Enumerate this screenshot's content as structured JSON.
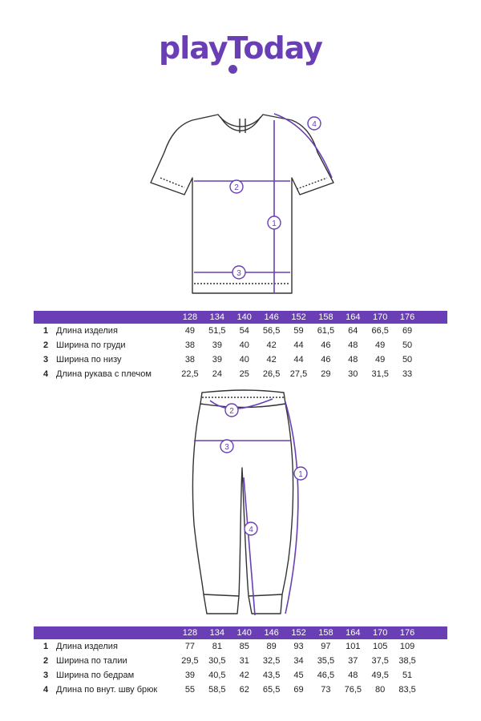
{
  "brand": {
    "logo_text": "playToday",
    "accent": "#6a3fb5"
  },
  "shirt_table": {
    "sizes": [
      "128",
      "134",
      "140",
      "146",
      "152",
      "158",
      "164",
      "170",
      "176"
    ],
    "rows": [
      {
        "num": "1",
        "label": "Длина изделия",
        "values": [
          "49",
          "51,5",
          "54",
          "56,5",
          "59",
          "61,5",
          "64",
          "66,5",
          "69"
        ]
      },
      {
        "num": "2",
        "label": "Ширина по груди",
        "values": [
          "38",
          "39",
          "40",
          "42",
          "44",
          "46",
          "48",
          "49",
          "50"
        ]
      },
      {
        "num": "3",
        "label": "Ширина по низу",
        "values": [
          "38",
          "39",
          "40",
          "42",
          "44",
          "46",
          "48",
          "49",
          "50"
        ]
      },
      {
        "num": "4",
        "label": "Длина рукава с плечом",
        "values": [
          "22,5",
          "24",
          "25",
          "26,5",
          "27,5",
          "29",
          "30",
          "31,5",
          "33"
        ]
      }
    ]
  },
  "pants_table": {
    "sizes": [
      "128",
      "134",
      "140",
      "146",
      "152",
      "158",
      "164",
      "170",
      "176"
    ],
    "rows": [
      {
        "num": "1",
        "label": "Длина изделия",
        "values": [
          "77",
          "81",
          "85",
          "89",
          "93",
          "97",
          "101",
          "105",
          "109"
        ]
      },
      {
        "num": "2",
        "label": "Ширина по талии",
        "values": [
          "29,5",
          "30,5",
          "31",
          "32,5",
          "34",
          "35,5",
          "37",
          "37,5",
          "38,5"
        ]
      },
      {
        "num": "3",
        "label": "Ширина по бедрам",
        "values": [
          "39",
          "40,5",
          "42",
          "43,5",
          "45",
          "46,5",
          "48",
          "49,5",
          "51"
        ]
      },
      {
        "num": "4",
        "label": "Длина по внут. шву брюк",
        "values": [
          "55",
          "58,5",
          "62",
          "65,5",
          "69",
          "73",
          "76,5",
          "80",
          "83,5"
        ]
      }
    ]
  },
  "shirt_markers": [
    "1",
    "2",
    "3",
    "4"
  ],
  "pants_markers": [
    "1",
    "2",
    "3",
    "4"
  ]
}
